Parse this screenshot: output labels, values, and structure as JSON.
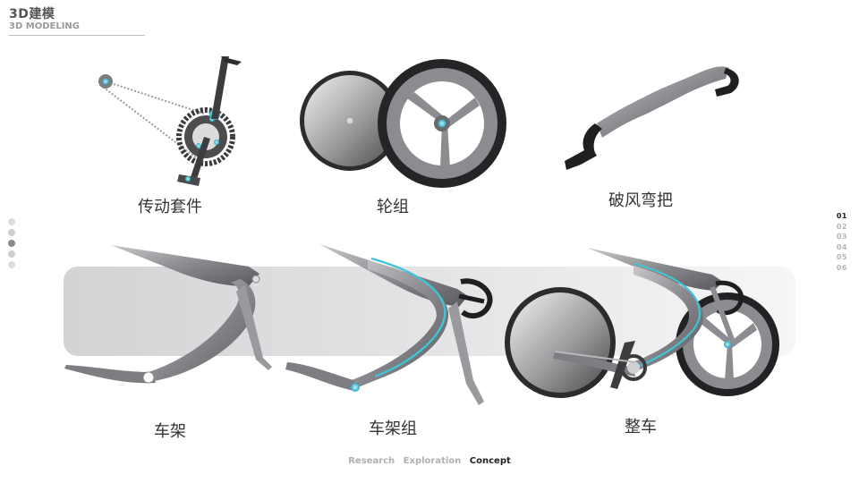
{
  "header": {
    "title": "3D建模",
    "subtitle": "3D MODELING"
  },
  "items": [
    {
      "label": "传动套件",
      "icon": "drivetrain-render"
    },
    {
      "label": "轮组",
      "icon": "wheelset-render"
    },
    {
      "label": "破风弯把",
      "icon": "aero-handlebar-render"
    },
    {
      "label": "车架",
      "icon": "bike-frame-render"
    },
    {
      "label": "车架组",
      "icon": "frameset-render"
    },
    {
      "label": "整车",
      "icon": "complete-bike-render"
    }
  ],
  "pagination": {
    "pages": [
      "01",
      "02",
      "03",
      "04",
      "05",
      "06"
    ],
    "active": "01"
  },
  "slide_dots": {
    "count": 5,
    "active_index": 2
  },
  "footer": {
    "steps": [
      "Research",
      "Exploration",
      "Concept"
    ],
    "active": "Concept"
  },
  "colors": {
    "accent": "#3fc4d6",
    "band": "#dcdcde",
    "frame_gray": "#8e8e92",
    "tire": "#1e1e1e"
  }
}
